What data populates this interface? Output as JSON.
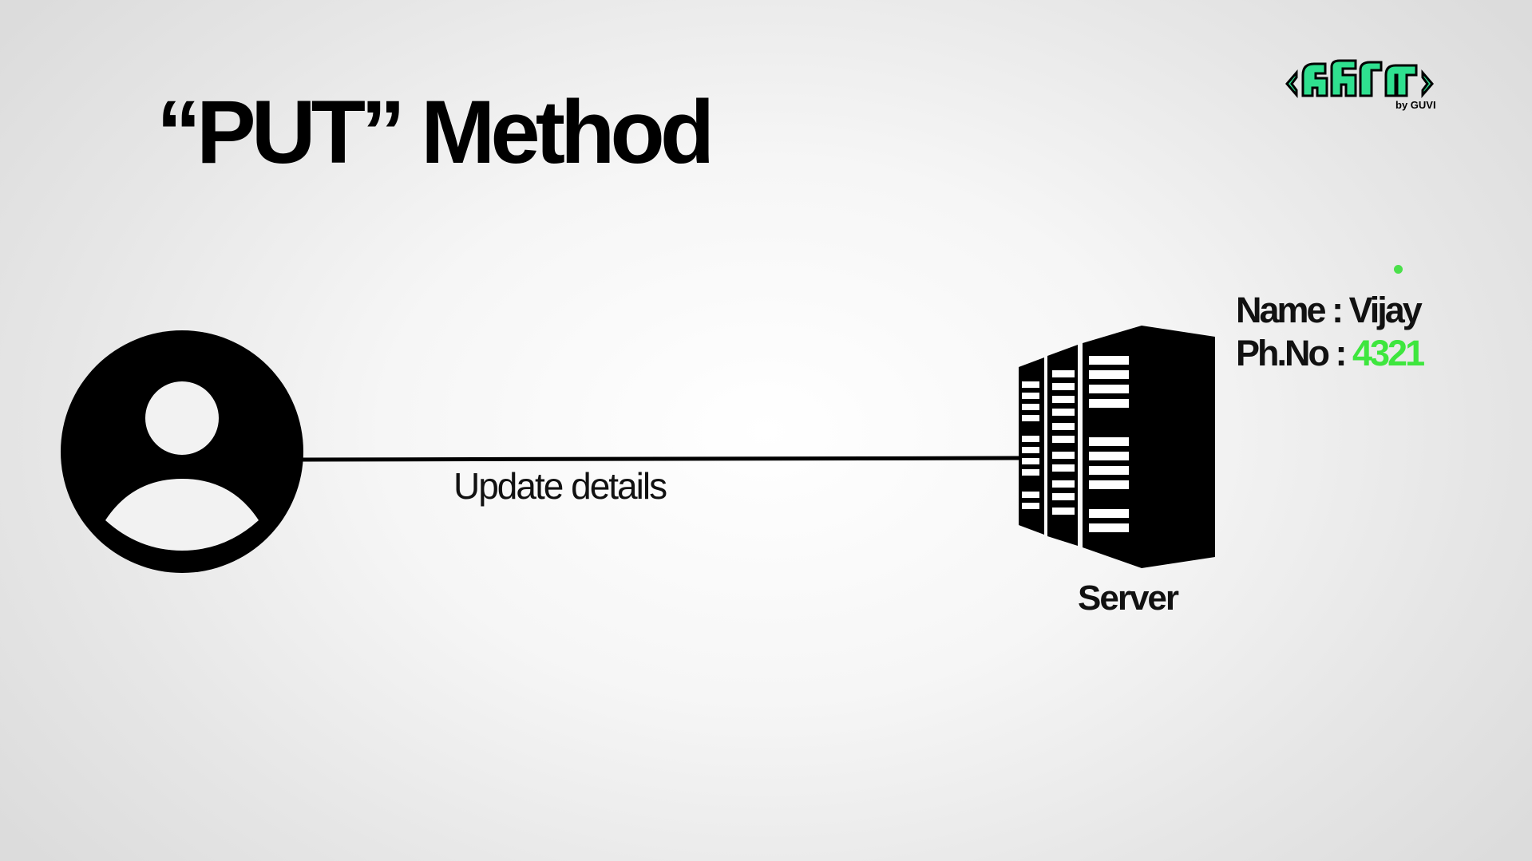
{
  "slide": {
    "title": "“PUT” Method"
  },
  "logo": {
    "icon": "arivu-by-guvi-logo",
    "text": "அறிவு",
    "subtext": "by GUVI",
    "color": "#2fe08f"
  },
  "diagram": {
    "client": {
      "icon": "user-avatar-icon"
    },
    "connection": {
      "label": "Update details"
    },
    "server": {
      "icon": "server-rack-icon",
      "label": "Server"
    },
    "record": {
      "name_label": "Name :",
      "name_value": "Vijay",
      "phone_label": "Ph.No :",
      "phone_value": "4321",
      "highlight_color": "#3ee63e"
    }
  }
}
